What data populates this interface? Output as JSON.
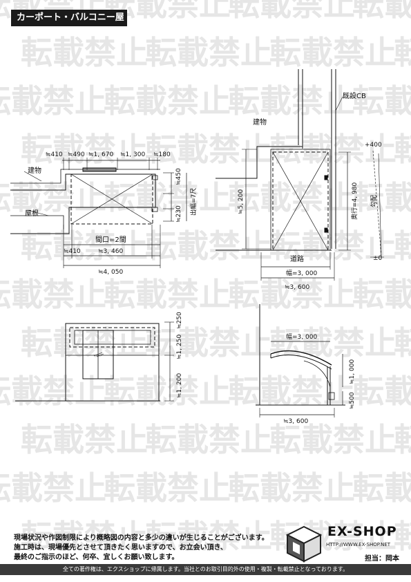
{
  "header": {
    "title": "カーポート・バルコニー屋根"
  },
  "watermark": {
    "text": "転載禁止"
  },
  "plan": {
    "label_building": "建物",
    "label_roof": "屋根",
    "top_dims": [
      "≒410",
      "≒490",
      "≒1, 670",
      "≒1, 300",
      "≒180"
    ],
    "right_450": "≒450",
    "right_230": "≒230",
    "projection": "出幅=7尺",
    "frontage": "間口=2間",
    "bottom_410": "≒410",
    "bottom_3460": "≒3, 460",
    "bottom_4050": "≒4, 050"
  },
  "side_plan": {
    "existing_cb": "既設CB",
    "building": "建物",
    "dim_5200": "≒5, 200",
    "depth": "奥行=4, 980",
    "road": "道路",
    "width": "幅=3, 000",
    "dim_3600": "≒3, 600",
    "plus_400": "+400",
    "slope": "勾配",
    "zero": "±0"
  },
  "front_elev": {
    "dim_1200": "≒1, 200",
    "dim_1250": "≒1, 250",
    "dim_250": "≒250"
  },
  "side_elev": {
    "width": "幅=3, 000",
    "dim_1000": "≒1, 000",
    "dim_500": "≒500",
    "dim_3600": "≒3, 600"
  },
  "notes": [
    "現場状況や作図制限により概略図の内容と多少の違いが生じることがございます。",
    "施工時は、現場優先とさせて頂きたく思いますので、お立会い頂き、",
    "最終のご指示のほど、何卒、宜しくお願い致します。"
  ],
  "logo": {
    "brand": "EX-SHOP",
    "url": "HTTP://WWW.EX-SHOP.NET",
    "staff": "担当：岡本"
  },
  "footer": {
    "text": "全ての著作権は、エクスショップに帰属します。当社とのお取引目的外の使用・複製・転載禁止となっております。"
  }
}
